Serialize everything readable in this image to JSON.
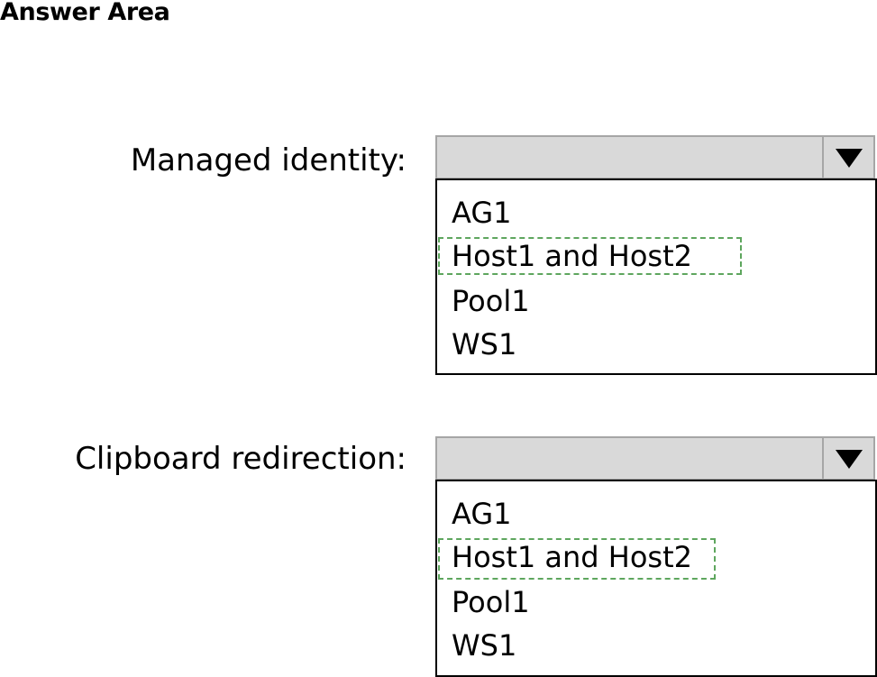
{
  "header": {
    "title": "Answer Area"
  },
  "questions": [
    {
      "label": "Managed identity:",
      "selected": "",
      "options": [
        "AG1",
        "Host1 and Host2",
        "Pool1",
        "WS1"
      ],
      "highlighted_option": "Host1 and Host2"
    },
    {
      "label": "Clipboard redirection:",
      "selected": "",
      "options": [
        "AG1",
        "Host1 and Host2",
        "Pool1",
        "WS1"
      ],
      "highlighted_option": "Host1 and Host2"
    }
  ],
  "icons": {
    "dropdown": "triangle-down-icon"
  },
  "colors": {
    "dropdown_header_bg": "#d9d9d9",
    "dropdown_header_border": "#a6a6a6",
    "highlight_border": "#5ea65e"
  }
}
